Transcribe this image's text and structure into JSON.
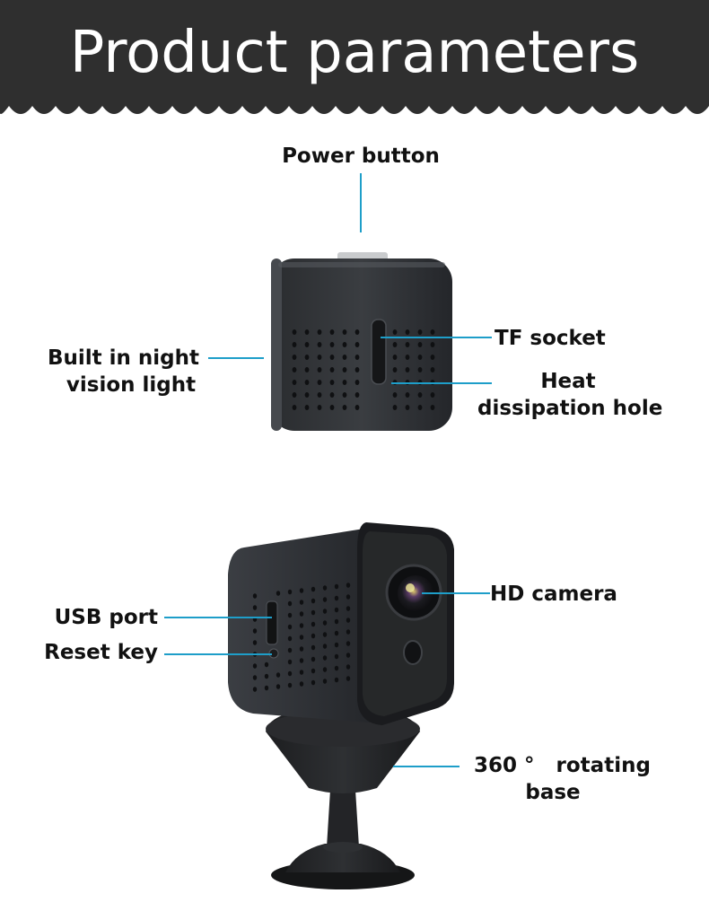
{
  "header": {
    "title": "Product parameters",
    "background_color": "#2f2f2f"
  },
  "accent_color": "#1e9ec9",
  "labels": {
    "power_button": "Power button",
    "tf_socket": "TF socket",
    "night_vision_line1": "Built in night",
    "night_vision_line2": "vision light",
    "heat_line1": "Heat",
    "heat_line2": "dissipation hole",
    "hd_camera": "HD camera",
    "usb_port": "USB port",
    "reset_key": "Reset key",
    "rotating_line1": "360 °   rotating",
    "rotating_line2": "base"
  }
}
